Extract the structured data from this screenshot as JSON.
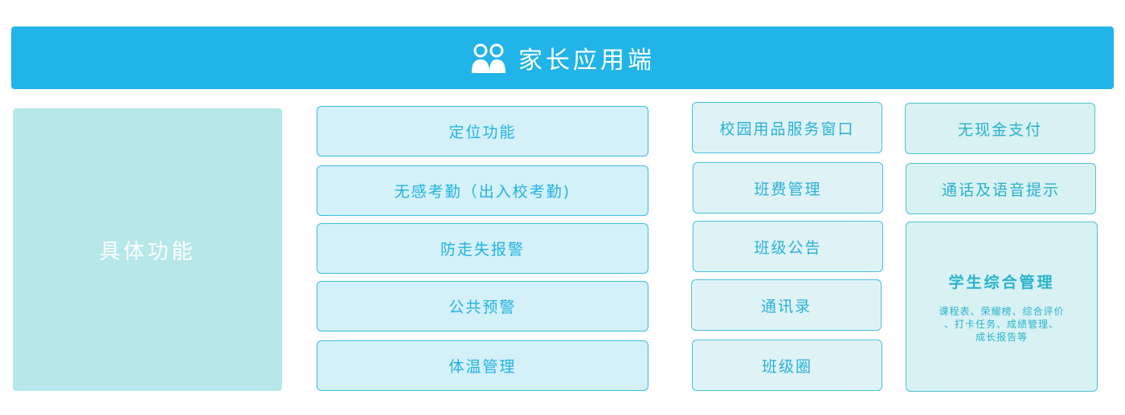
{
  "header": {
    "title": "家长应用端",
    "icon": "parents-icon"
  },
  "left_panel": {
    "label": "具体功能"
  },
  "column1": [
    "定位功能",
    "无感考勤（出入校考勤)",
    "防走失报警",
    "公共预警",
    "体温管理"
  ],
  "column2": [
    "校园用品服务窗口",
    "班费管理",
    "班级公告",
    "通讯录",
    "班级圈"
  ],
  "column3": {
    "items": [
      "无现金支付",
      "通话及语音提示"
    ],
    "management": {
      "title": "学生综合管理",
      "desc_lines": [
        "课程表、荣耀榜、综合评价",
        "、打卡任务、成绩管理、",
        "成长报告等"
      ]
    }
  },
  "colors": {
    "header": "#21b4e8",
    "panel": "#b6e7e9",
    "box_border": "#3bbde6",
    "text": "#23b3e0"
  }
}
